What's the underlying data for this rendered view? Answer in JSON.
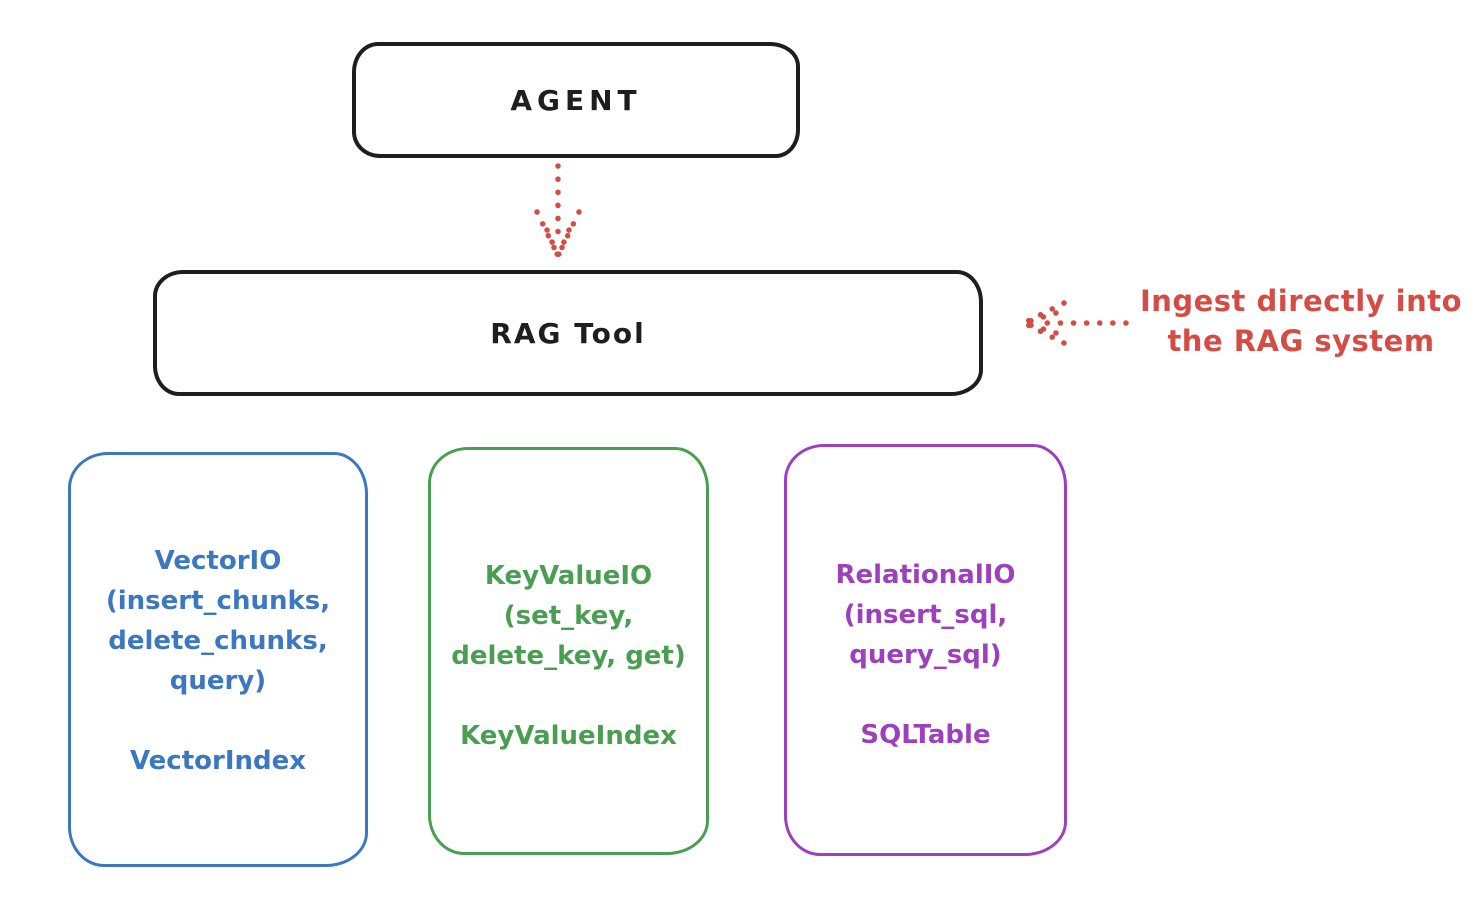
{
  "nodes": {
    "agent": {
      "label": "AGENT"
    },
    "rag_tool": {
      "label": "RAG Tool"
    }
  },
  "annotation": {
    "text": "Ingest directly into\nthe RAG system",
    "color": "#d34d46"
  },
  "connectors": {
    "agent_to_rag": {
      "style": "dotted",
      "direction": "down",
      "color": "#d34d46"
    },
    "annotation_to_rag": {
      "style": "dotted",
      "direction": "left",
      "color": "#d34d46"
    }
  },
  "stores": [
    {
      "name": "VectorIO",
      "body": "VectorIO\n(insert_chunks,\ndelete_chunks,\nquery)",
      "index": "VectorIndex",
      "color": "#3b78bf"
    },
    {
      "name": "KeyValueIO",
      "body": "KeyValueIO\n(set_key,\ndelete_key, get)",
      "index": "KeyValueIndex",
      "color": "#4a9e52"
    },
    {
      "name": "RelationalIO",
      "body": "RelationalIO\n(insert_sql,\nquery_sql)",
      "index": "SQLTable",
      "color": "#9c40be"
    }
  ]
}
